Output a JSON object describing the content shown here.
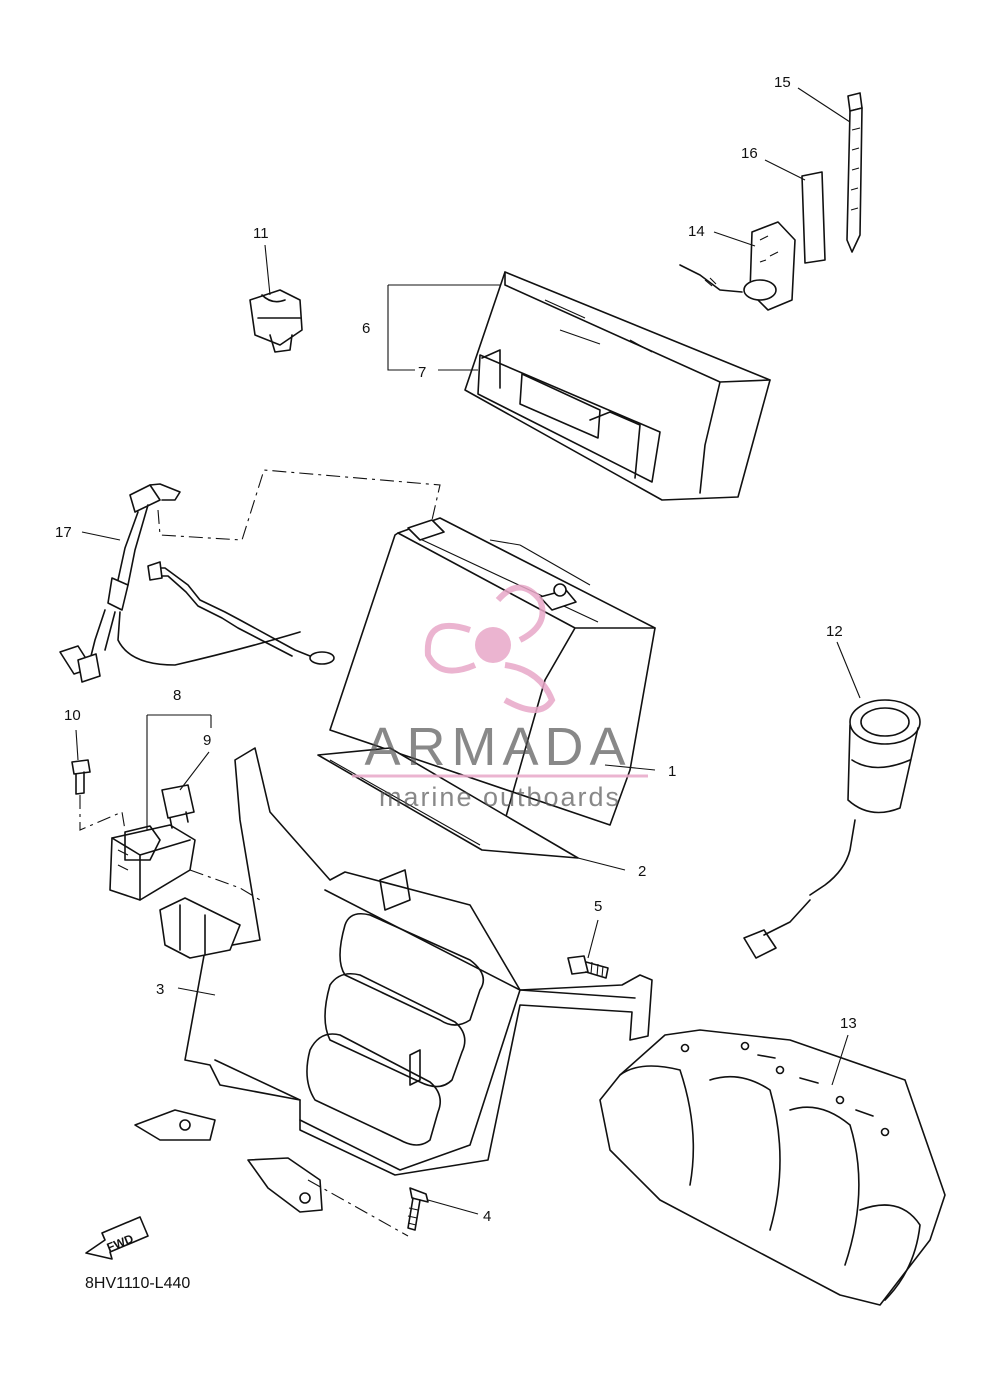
{
  "diagram_code": "8HV1110-L440",
  "fwd_label": "FWD",
  "watermark": {
    "title": "ARMADA",
    "subtitle": "marine outboards",
    "accent_color": "#e8a8c8"
  },
  "callouts": [
    {
      "id": "1",
      "label": "1"
    },
    {
      "id": "2",
      "label": "2"
    },
    {
      "id": "3",
      "label": "3"
    },
    {
      "id": "4",
      "label": "4"
    },
    {
      "id": "5",
      "label": "5"
    },
    {
      "id": "6",
      "label": "6"
    },
    {
      "id": "7",
      "label": "7"
    },
    {
      "id": "8",
      "label": "8"
    },
    {
      "id": "9",
      "label": "9"
    },
    {
      "id": "10",
      "label": "10"
    },
    {
      "id": "11",
      "label": "11"
    },
    {
      "id": "12",
      "label": "12"
    },
    {
      "id": "13",
      "label": "13"
    },
    {
      "id": "14",
      "label": "14"
    },
    {
      "id": "15",
      "label": "15"
    },
    {
      "id": "16",
      "label": "16"
    },
    {
      "id": "17",
      "label": "17"
    }
  ]
}
